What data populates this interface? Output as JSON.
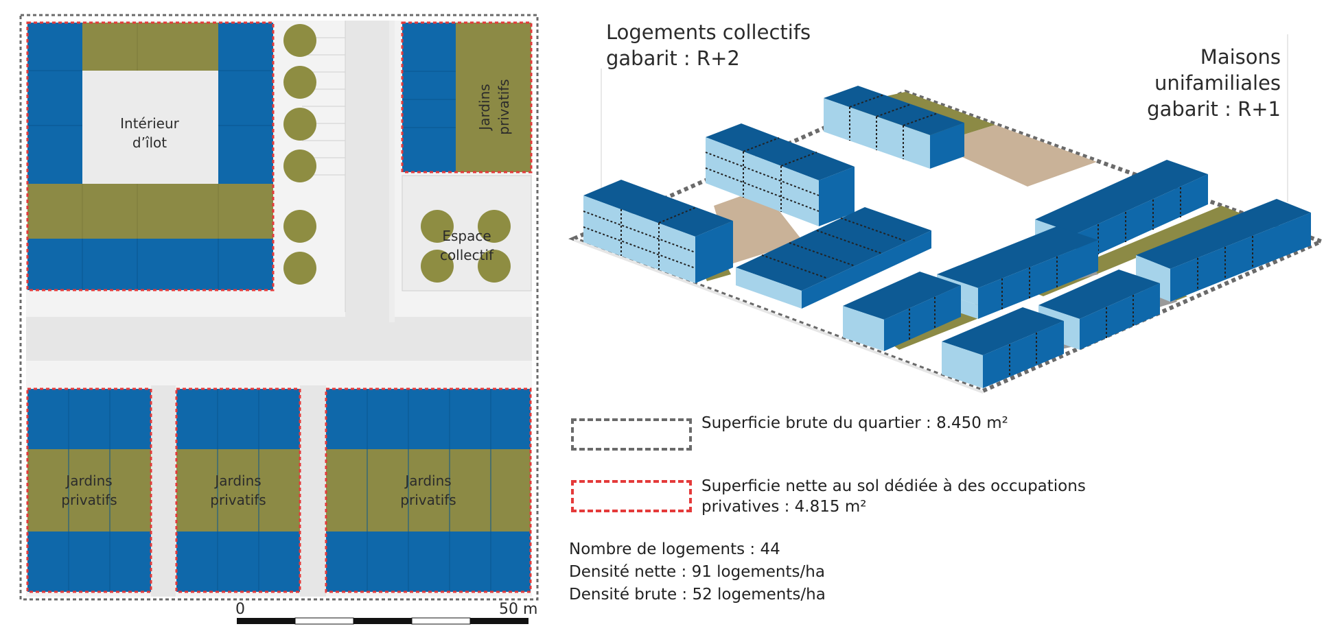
{
  "plan": {
    "label_interieur": "Intérieur\nd’îlot",
    "label_espace_collectif": "Espace\ncollectif",
    "label_jardins_top": "Jardins\nprivatifs",
    "label_jardins_bottom_1": "Jardins\nprivatifs",
    "label_jardins_bottom_2": "Jardins\nprivatifs",
    "label_jardins_bottom_3": "Jardins\nprivatifs",
    "scale_start": "0",
    "scale_end": "50 m"
  },
  "isometric": {
    "title_left_line1": "Logements collectifs",
    "title_left_line2": "gabarit : R+2",
    "title_right_line1": "Maisons unifamiliales",
    "title_right_line2": "gabarit : R+1"
  },
  "legend": {
    "gross_area_label": "Superficie brute du quartier : 8.450 m²",
    "net_area_line1": "Superficie nette au sol dédiée à des occupations",
    "net_area_line2": "privatives : 4.815 m²"
  },
  "stats": {
    "dwellings": "Nombre de logements : 44",
    "net_density": "Densité nette : 91 logements/ha",
    "gross_density": "Densité brute : 52 logements/ha"
  },
  "colors": {
    "building_blue": "#0f68aa",
    "building_light": "#a6d3ea",
    "garden_olive": "#8c8a45",
    "courtyard_beige": "#c9b298",
    "road_grey": "#e8e8e8",
    "gross_border_grey": "#6a6a6a",
    "net_border_red": "#e43a3a",
    "tree_green": "#8e8d42"
  }
}
